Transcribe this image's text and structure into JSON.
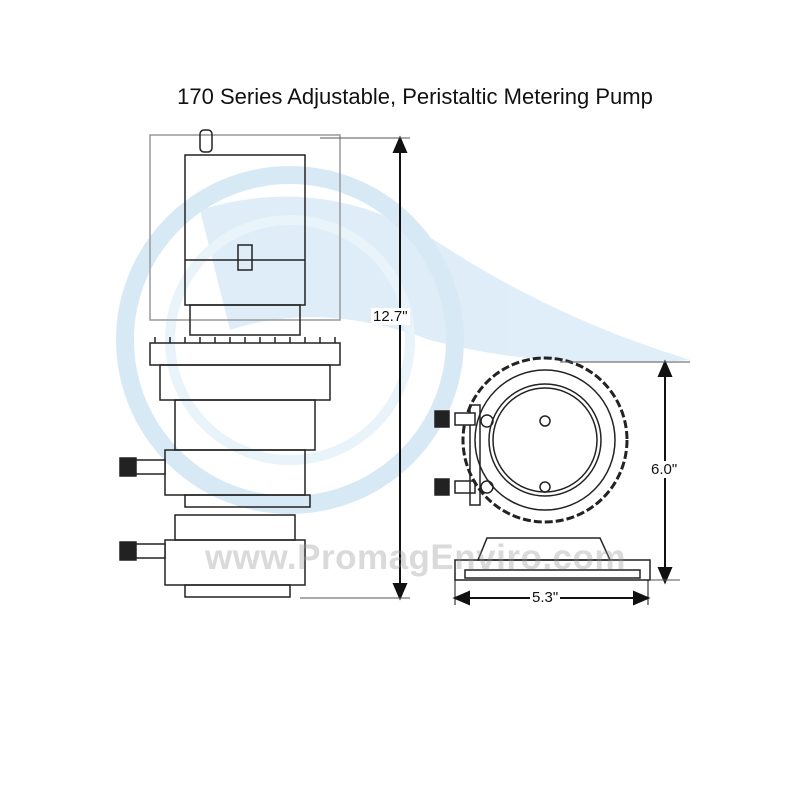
{
  "title": "170 Series Adjustable, Peristaltic Metering Pump",
  "dimensions": {
    "height": "12.7\"",
    "front_height": "6.0\"",
    "front_width": "5.3\""
  },
  "watermark": "www.PromagEnviro.com",
  "colors": {
    "line": "#222222",
    "logo": "#9cc6e6"
  }
}
